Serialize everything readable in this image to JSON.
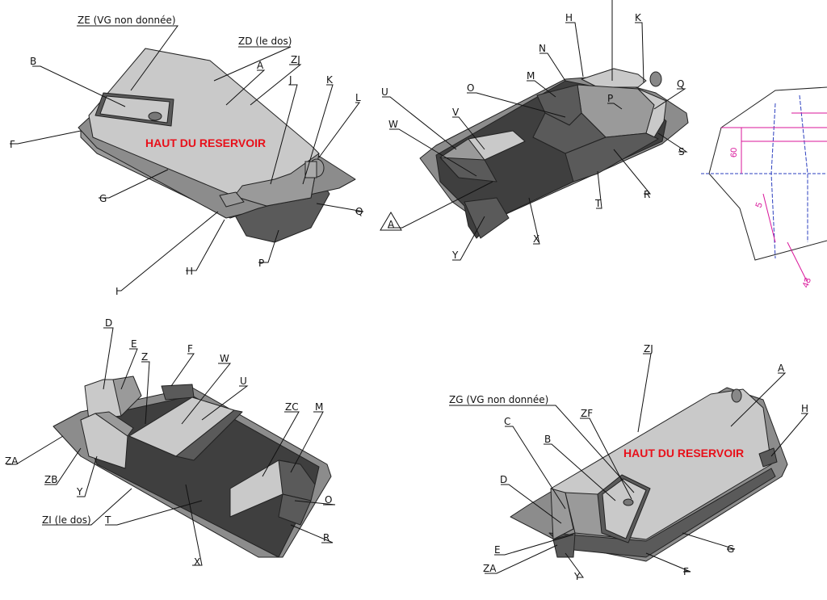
{
  "colors": {
    "light_face": "#c9c9c9",
    "mid_face": "#9a9a9a",
    "dark_face": "#5a5a5a",
    "very_dark_face": "#3f3f3f",
    "flange": "#8c8c8c",
    "title_red": "#e8101a",
    "dimension_magenta": "#d9149a",
    "drawing_blue": "#2b3fbf"
  },
  "title_text": "HAUT DU RESERVOIR",
  "views": {
    "top_left": {
      "labels": [
        "ZE (VG non donnée)",
        "ZD (le dos)",
        "B",
        "A",
        "ZJ",
        "J",
        "K",
        "L",
        "F",
        "G",
        "Q",
        "H",
        "I",
        "P"
      ]
    },
    "top_middle": {
      "labels": [
        "H",
        "K",
        "N",
        "M",
        "U",
        "O",
        "P",
        "Q",
        "V",
        "W",
        "S",
        "R",
        "T",
        "A",
        "X",
        "Y"
      ]
    },
    "top_right": {
      "dimensions": [
        "60",
        "5",
        "43"
      ]
    },
    "bottom_left": {
      "labels": [
        "D",
        "E",
        "Z",
        "F",
        "W",
        "U",
        "ZC",
        "M",
        "ZA",
        "ZB",
        "Y",
        "O",
        "ZI (le dos)",
        "T",
        "R",
        "X"
      ]
    },
    "bottom_right": {
      "labels": [
        "ZJ",
        "A",
        "ZG (VG non donnée)",
        "H",
        "ZF",
        "C",
        "B",
        "D",
        "E",
        "ZA",
        "Y",
        "F",
        "G"
      ]
    }
  }
}
